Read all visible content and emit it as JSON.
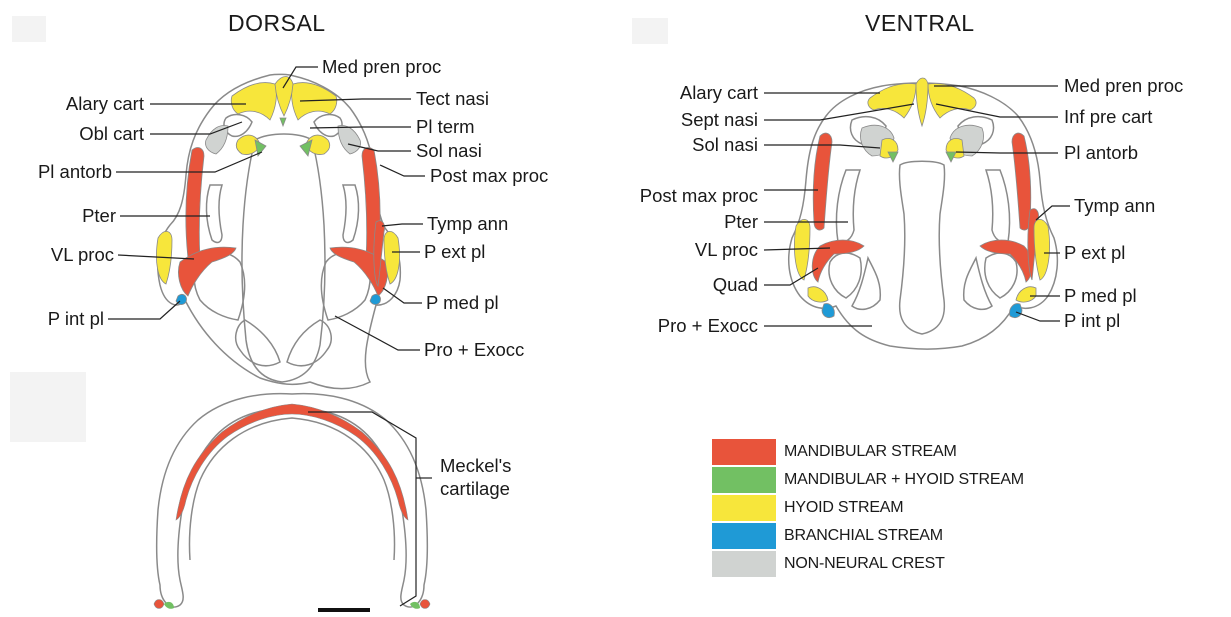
{
  "panels": {
    "dorsal_title": "DORSAL",
    "ventral_title": "VENTRAL"
  },
  "colors": {
    "mandibular": "#e8543b",
    "mandibular_hyoid": "#72c063",
    "hyoid": "#f7e63b",
    "branchial": "#1f9ad6",
    "non_neural": "#d0d3d1",
    "outline": "#8a8a8a",
    "leader": "#222222"
  },
  "dorsal_labels": {
    "med_pren_proc": "Med pren proc",
    "alary_cart": "Alary cart",
    "tect_nasi": "Tect nasi",
    "obl_cart": "Obl cart",
    "pl_term": "Pl term",
    "sol_nasi": "Sol nasi",
    "pl_antorb": "Pl antorb",
    "post_max_proc": "Post max proc",
    "pter": "Pter",
    "tymp_ann": "Tymp ann",
    "vl_proc": "VL proc",
    "p_ext_pl": "P ext pl",
    "p_med_pl": "P med pl",
    "p_int_pl": "P int pl",
    "pro_exocc": "Pro + Exocc"
  },
  "ventral_labels": {
    "alary_cart": "Alary cart",
    "med_pren_proc": "Med pren proc",
    "sept_nasi": "Sept nasi",
    "inf_pre_cart": "Inf pre cart",
    "sol_nasi": "Sol nasi",
    "pl_antorb": "Pl antorb",
    "post_max_proc": "Post max proc",
    "tymp_ann": "Tymp ann",
    "pter": "Pter",
    "vl_proc": "VL proc",
    "p_ext_pl": "P ext pl",
    "quad": "Quad",
    "p_med_pl": "P med pl",
    "pro_exocc": "Pro + Exocc",
    "p_int_pl": "P int pl"
  },
  "meckel_label": {
    "line1": "Meckel's",
    "line2": "cartilage"
  },
  "legend": [
    {
      "label": "MANDIBULAR STREAM",
      "color": "#e8543b"
    },
    {
      "label": "MANDIBULAR + HYOID STREAM",
      "color": "#72c063"
    },
    {
      "label": "HYOID STREAM",
      "color": "#f7e63b"
    },
    {
      "label": "BRANCHIAL STREAM",
      "color": "#1f9ad6"
    },
    {
      "label": "NON-NEURAL CREST",
      "color": "#d0d3d1"
    }
  ]
}
